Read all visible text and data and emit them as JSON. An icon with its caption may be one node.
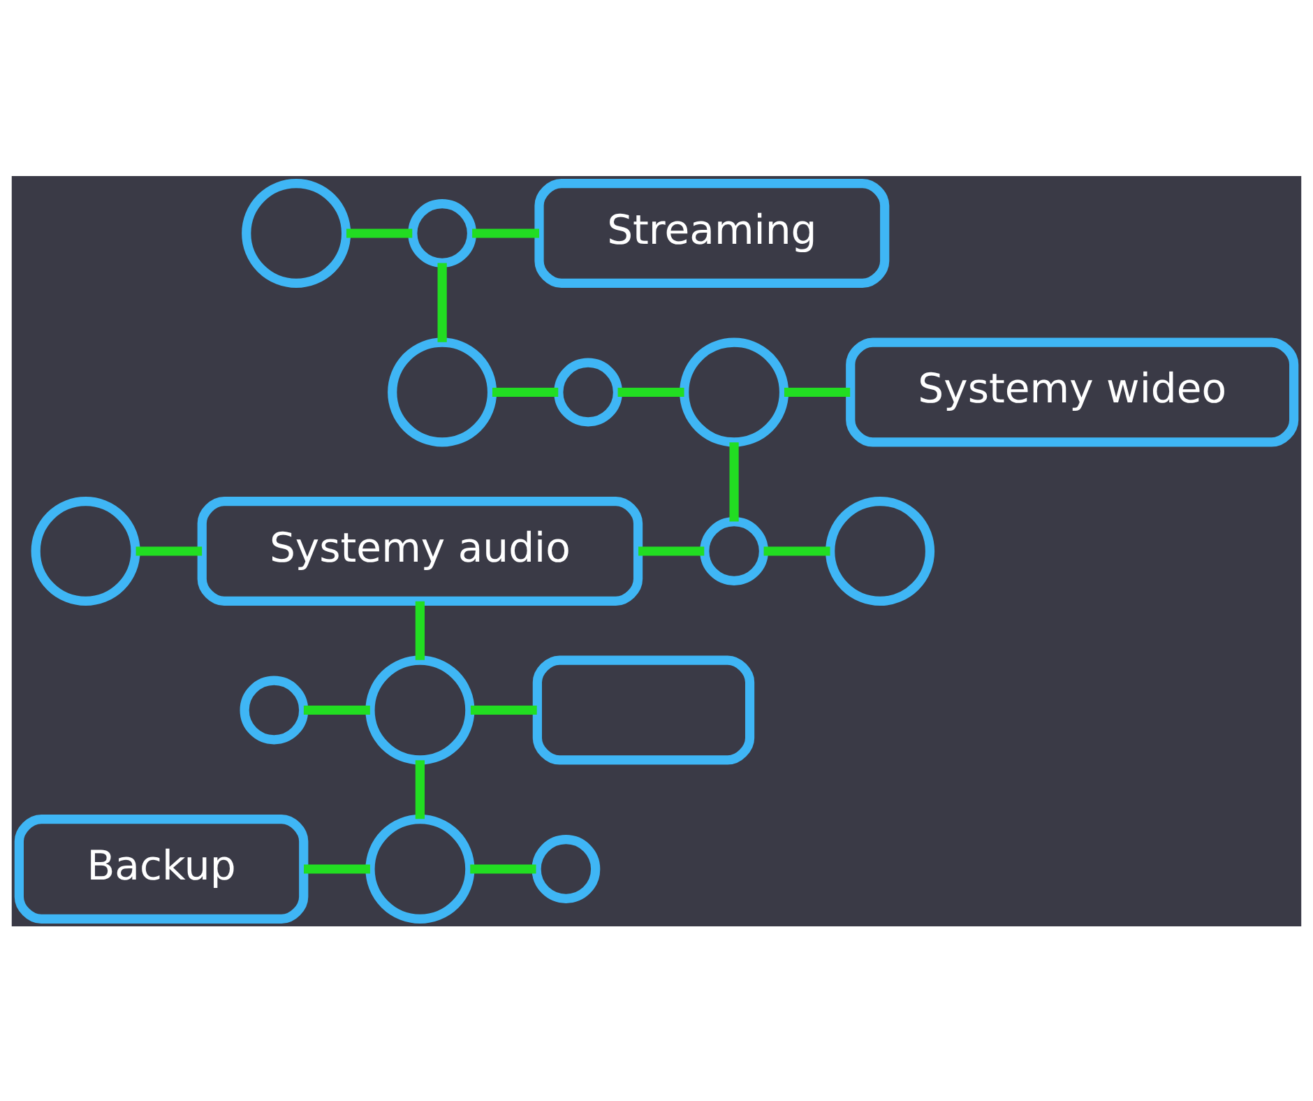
{
  "diagram": {
    "nodes": [
      {
        "text": [],
        "shape": "circle"
      },
      {
        "text": [],
        "shape": "circle"
      },
      {
        "text": [
          "Streaming"
        ]
      },
      {
        "text": [],
        "shape": "circle"
      },
      {
        "text": [],
        "shape": "circle"
      },
      {
        "text": [],
        "shape": "circle"
      },
      {
        "text": [
          "Systemy wideo"
        ]
      },
      {
        "text": [],
        "shape": "circle"
      },
      {
        "text": [
          "Systemy audio"
        ]
      },
      {
        "text": [],
        "shape": "circle"
      },
      {
        "text": [],
        "shape": "circle"
      },
      {
        "text": [],
        "shape": "circle"
      },
      {
        "text": [],
        "shape": "circle"
      },
      {
        "text": [],
        "shape": "box"
      },
      {
        "text": [
          "Backup"
        ]
      },
      {
        "text": [],
        "shape": "circle"
      },
      {
        "text": [],
        "shape": "circle"
      }
    ],
    "edges": [
      {
        "from": 0,
        "to": 1,
        "arrow": "none"
      },
      {
        "from": 1,
        "to": 2,
        "arrow": "none"
      },
      {
        "from": 1,
        "to": 3,
        "arrow": "none"
      },
      {
        "from": 3,
        "to": 4,
        "arrow": "none"
      },
      {
        "from": 4,
        "to": 5,
        "arrow": "none"
      },
      {
        "from": 5,
        "to": 6,
        "arrow": "none"
      },
      {
        "from": 5,
        "to": 9,
        "arrow": "none"
      },
      {
        "from": 7,
        "to": 8,
        "arrow": "none"
      },
      {
        "from": 8,
        "to": 9,
        "arrow": "none"
      },
      {
        "from": 9,
        "to": 10,
        "arrow": "none"
      },
      {
        "from": 8,
        "to": 12,
        "arrow": "none"
      },
      {
        "from": 11,
        "to": 12,
        "arrow": "none"
      },
      {
        "from": 12,
        "to": 13,
        "arrow": "none"
      },
      {
        "from": 12,
        "to": 15,
        "arrow": "none"
      },
      {
        "from": 14,
        "to": 15,
        "arrow": "none"
      },
      {
        "from": 15,
        "to": 16,
        "arrow": "none"
      }
    ]
  }
}
